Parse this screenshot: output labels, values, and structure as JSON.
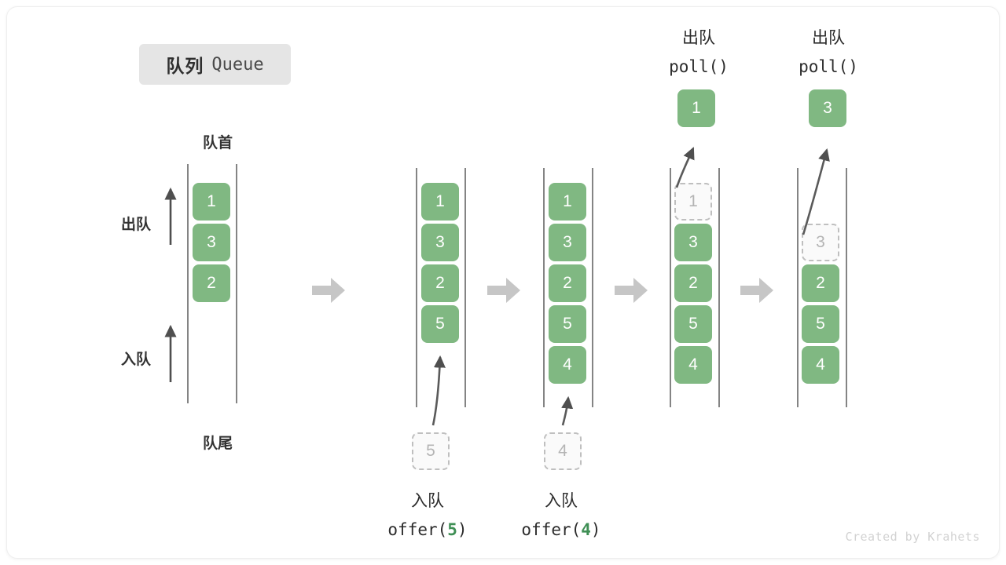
{
  "title": {
    "cn": "队列",
    "en": "Queue"
  },
  "labels": {
    "front": "队首",
    "rear": "队尾",
    "dequeue": "出队",
    "enqueue": "入队"
  },
  "credit": "Created by Krahets",
  "colors": {
    "cell_fill": "#80b882",
    "cell_text": "#ffffff",
    "ghost_fill": "#fafafa",
    "ghost_border": "#bfbfbf",
    "ghost_text": "#b4b4b4",
    "rail": "#555555",
    "block_arrow": "#c6c6c6",
    "chip_bg": "#e5e5e5",
    "code_accent": "#3f8f55",
    "credit": "#d2d2d2"
  },
  "columns": [
    {
      "id": "initial",
      "cells": [
        "1",
        "3",
        "2"
      ],
      "ghost_index": -1,
      "op_cn": "",
      "op_code": "",
      "op_arg": "",
      "popped": ""
    },
    {
      "id": "offer-5",
      "cells": [
        "1",
        "3",
        "2",
        "5"
      ],
      "ghost_index": -1,
      "op_cn": "入队",
      "op_code_prefix": "offer(",
      "op_arg": "5",
      "op_code_suffix": ")",
      "incoming": "5",
      "popped": ""
    },
    {
      "id": "offer-4",
      "cells": [
        "1",
        "3",
        "2",
        "5",
        "4"
      ],
      "ghost_index": -1,
      "op_cn": "入队",
      "op_code_prefix": "offer(",
      "op_arg": "4",
      "op_code_suffix": ")",
      "incoming": "4",
      "popped": ""
    },
    {
      "id": "poll-1",
      "cells": [
        "1",
        "3",
        "2",
        "5",
        "4"
      ],
      "ghost_index": 0,
      "op_cn": "出队",
      "op_code_prefix": "poll(",
      "op_arg": "",
      "op_code_suffix": ")",
      "popped": "1"
    },
    {
      "id": "poll-3",
      "cells": [
        "3",
        "2",
        "5",
        "4"
      ],
      "ghost_index": 0,
      "op_cn": "出队",
      "op_code_prefix": "poll(",
      "op_arg": "",
      "op_code_suffix": ")",
      "popped": "3"
    }
  ],
  "ops": {
    "offer5_cn": "入队",
    "offer5_code": "offer(5)",
    "offer5_arg": "5",
    "offer4_cn": "入队",
    "offer4_code": "offer(4)",
    "offer4_arg": "4",
    "poll1_cn": "出队",
    "poll1_code": "poll()",
    "poll2_cn": "出队",
    "poll2_code": "poll()"
  },
  "cells": {
    "c0": [
      "1",
      "3",
      "2"
    ],
    "c1": [
      "1",
      "3",
      "2",
      "5"
    ],
    "c2": [
      "1",
      "3",
      "2",
      "5",
      "4"
    ],
    "c3": [
      "1",
      "3",
      "2",
      "5",
      "4"
    ],
    "c4": [
      "3",
      "2",
      "5",
      "4"
    ],
    "incoming5": "5",
    "incoming4": "4",
    "popped1": "1",
    "popped3": "3"
  }
}
